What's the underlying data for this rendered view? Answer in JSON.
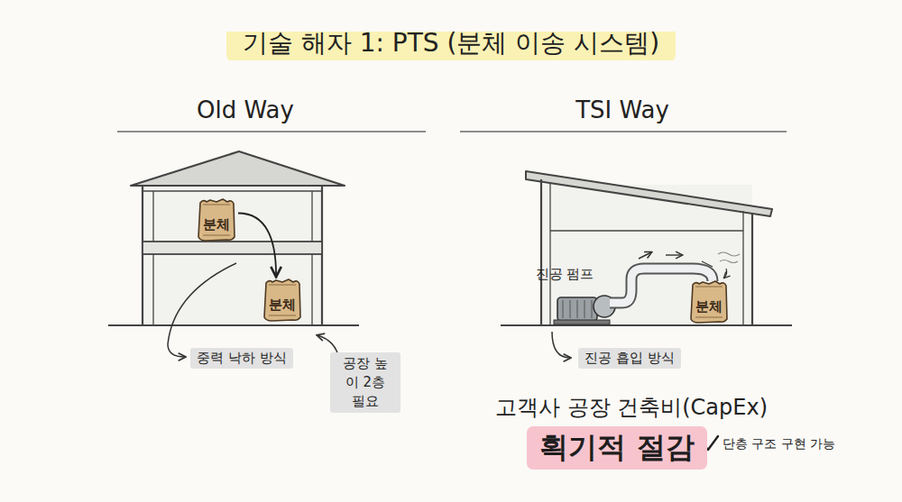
{
  "diagram": {
    "title": "기술 해자 1: PTS (분체 이송 시스템)",
    "nodes": [
      {
        "text": [
          "분체"
        ]
      },
      {
        "text": [
          "분체"
        ]
      },
      {
        "text": [
          "중력 낙하 방식"
        ]
      },
      {
        "text": [
          "공장 높이 2층 필요"
        ]
      },
      {
        "text": [
          "분체"
        ]
      },
      {
        "text": [
          "진공 흡입 방식"
        ]
      },
      {
        "text": [
          "획기적 절감"
        ]
      }
    ],
    "edges": [
      {
        "from": 0,
        "to": 1,
        "arrow": "to"
      }
    ],
    "labels": [
      "Old Way",
      "TSI Way",
      "진공 펌프",
      "고객사 공장 건축비(CapEx)",
      "단층 구조 구현 가능"
    ]
  }
}
